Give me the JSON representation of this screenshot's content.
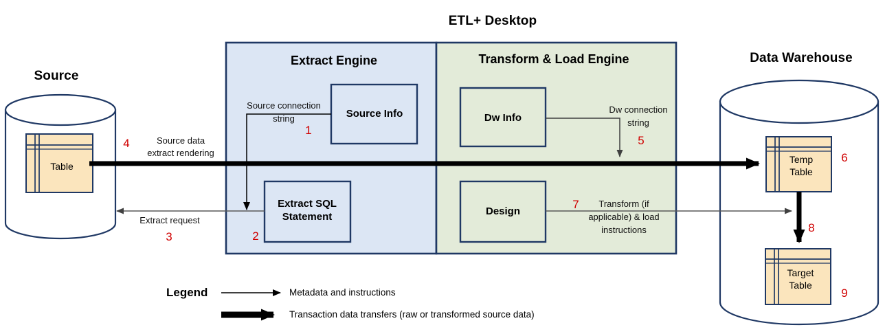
{
  "diagram": {
    "title": "ETL+ Desktop",
    "source_title": "Source",
    "warehouse_title": "Data Warehouse",
    "colors": {
      "extract_panel": "#dce6f4",
      "transform_panel": "#e3ebd9",
      "box_border": "#1f3864",
      "table_fill": "#fbe5bd",
      "number_red": "#d00000",
      "arrow_thin": "#595959",
      "arrow_thick": "#000000"
    }
  },
  "panels": [
    {
      "label": "Extract Engine",
      "fill": "#dce6f4"
    },
    {
      "label": "Transform & Load Engine",
      "fill": "#e3ebd9"
    }
  ],
  "boxes": [
    {
      "label": "Source Info"
    },
    {
      "label": "Extract SQL Statement"
    },
    {
      "label": "Dw Info"
    },
    {
      "label": "Design"
    }
  ],
  "tables": [
    {
      "label": "Table"
    },
    {
      "label": "Temp Table"
    },
    {
      "label": "Target Table"
    }
  ],
  "annotations": [
    {
      "id": "1",
      "text": "Source connection string",
      "number": "1"
    },
    {
      "id": "2",
      "text": "",
      "number": "2"
    },
    {
      "id": "3",
      "text": "Extract request",
      "number": "3"
    },
    {
      "id": "4",
      "text": "Source data extract rendering",
      "number": "4"
    },
    {
      "id": "5",
      "text": "Dw connection string",
      "number": "5"
    },
    {
      "id": "6",
      "text": "",
      "number": "6"
    },
    {
      "id": "7",
      "text": "Transform (if applicable) & load instructions",
      "number": "7"
    },
    {
      "id": "8",
      "text": "",
      "number": "8"
    },
    {
      "id": "9",
      "text": "",
      "number": "9"
    }
  ],
  "annotation_lines": {
    "source_connection_1": "Source connection",
    "source_connection_2": "string",
    "source_data_1": "Source data",
    "source_data_2": "extract rendering",
    "extract_request": "Extract request",
    "dw_connection_1": "Dw connection",
    "dw_connection_2": "string",
    "transform_1": "Transform (if",
    "transform_2": "applicable) & load",
    "transform_3": "instructions"
  },
  "numbers": {
    "n1": "1",
    "n2": "2",
    "n3": "3",
    "n4": "4",
    "n5": "5",
    "n6": "6",
    "n7": "7",
    "n8": "8",
    "n9": "9"
  },
  "legend": {
    "title": "Legend",
    "items": [
      {
        "style": "thin",
        "text": "Metadata and instructions"
      },
      {
        "style": "thick",
        "text": "Transaction data transfers (raw or transformed  source data)"
      }
    ]
  }
}
